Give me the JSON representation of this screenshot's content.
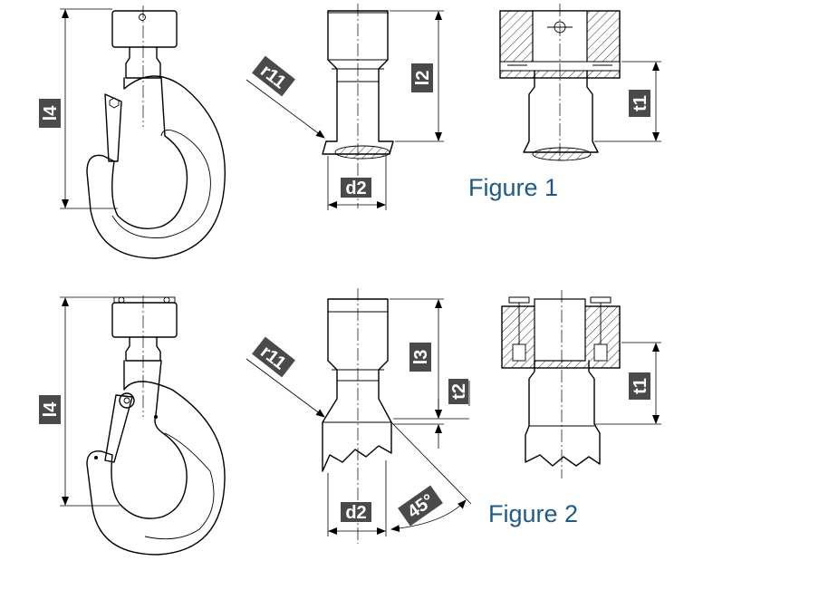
{
  "labels": {
    "l4": "l4",
    "l2": "l2",
    "l3": "l3",
    "r11": "r11",
    "d2": "d2",
    "t1": "t1",
    "t2": "t2",
    "deg45": "45°"
  },
  "figures": {
    "figure1": "Figure 1",
    "figure2": "Figure 2"
  }
}
